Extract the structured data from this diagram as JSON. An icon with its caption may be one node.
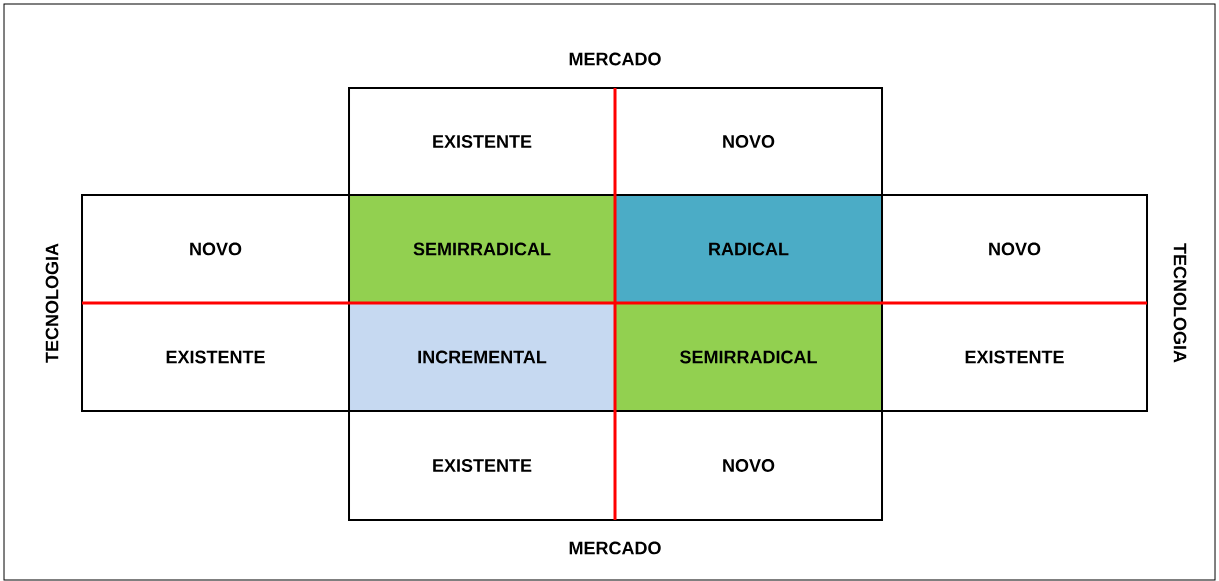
{
  "diagram": {
    "nodes": [
      {
        "text": [
          "EXISTENTE"
        ]
      },
      {
        "text": [
          "NOVO"
        ]
      },
      {
        "text": [
          "NOVO"
        ]
      },
      {
        "text": [
          "SEMIRRADICAL"
        ]
      },
      {
        "text": [
          "RADICAL"
        ]
      },
      {
        "text": [
          "NOVO"
        ]
      },
      {
        "text": [
          "EXISTENTE"
        ]
      },
      {
        "text": [
          "INCREMENTAL"
        ]
      },
      {
        "text": [
          "SEMIRRADICAL"
        ]
      },
      {
        "text": [
          "EXISTENTE"
        ]
      },
      {
        "text": [
          "EXISTENTE"
        ]
      },
      {
        "text": [
          "NOVO"
        ]
      }
    ],
    "labels": [
      "MERCADO",
      "TECNOLOGIA",
      "TECNOLOGIA",
      "MERCADO"
    ]
  }
}
